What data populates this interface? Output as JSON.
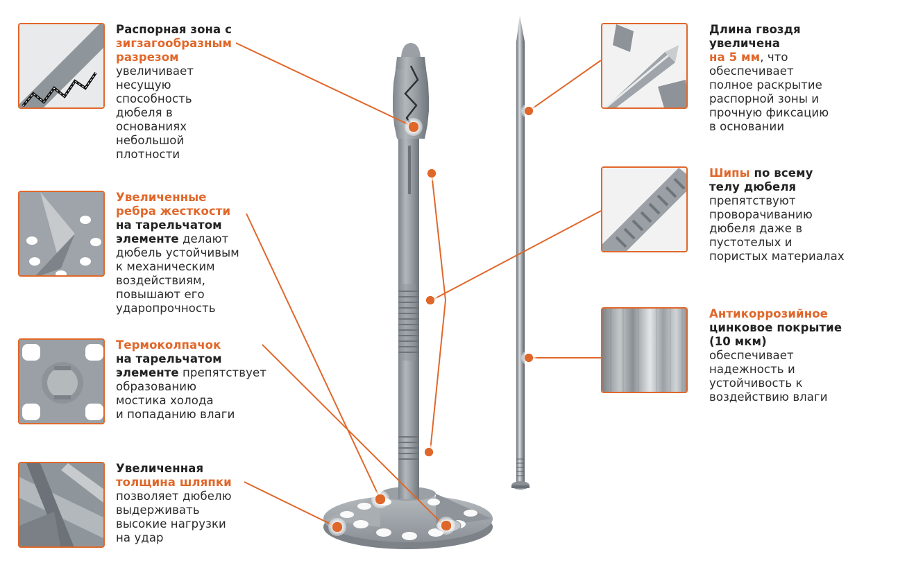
{
  "colors": {
    "accent": "#e0672a",
    "text": "#2b2b2b",
    "plastic": "#9aa0a5",
    "steel": "#a7adb3"
  },
  "callouts": {
    "zigzag": {
      "icon": "zigzag-zone-closeup",
      "l1": "Распорная зона с",
      "l2": "зигзагообразным",
      "l3": "разрезом",
      "l4": "увеличивает",
      "l5": "несущую",
      "l6": "способность",
      "l7": "дюбеля в",
      "l8": "основаниях",
      "l9": "небольшой",
      "l10": "плотности"
    },
    "ribs": {
      "icon": "stiffening-ribs-closeup",
      "l1": "Увеличенные",
      "l2": "ребра жесткости",
      "l3": "на тарельчатом",
      "l4a": "элементе",
      "l4b": " делают",
      "l5": "дюбель устойчивым",
      "l6": "к механическим",
      "l7": "воздействиям,",
      "l8": "повышают его",
      "l9": "ударопрочность"
    },
    "cap": {
      "icon": "thermo-cap-closeup",
      "l1": "Термоколпачок",
      "l2": "на тарельчатом",
      "l3a": "элементе",
      "l3b": " препятствует",
      "l4": "образованию",
      "l5": "мостика холода",
      "l6": "и попаданию влаги"
    },
    "head": {
      "icon": "head-thickness-closeup",
      "l1": "Увеличенная",
      "l2": "толщина шляпки",
      "l3": "позволяет дюбелю",
      "l4": "выдерживать",
      "l5": "высокие нагрузки",
      "l6": "на удар"
    },
    "nail": {
      "icon": "nail-tip-closeup",
      "l1": "Длина гвоздя",
      "l2": "увеличена",
      "l3a": "на 5 мм",
      "l3b": ", что",
      "l4": "обеспечивает",
      "l5": "полное раскрытие",
      "l6": "распорной зоны и",
      "l7": "прочную фиксацию",
      "l8": "в основании"
    },
    "spikes": {
      "icon": "spikes-closeup",
      "l1a": "Шипы",
      "l1b": " по всему",
      "l2": "телу дюбеля",
      "l3": "препятствуют",
      "l4": "проворачиванию",
      "l5": "дюбеля даже в",
      "l6": "пустотелых и",
      "l7": "пористых материалах"
    },
    "coating": {
      "icon": "zinc-coating-closeup",
      "l1": "Антикоррозийное",
      "l2": "цинковое покрытие",
      "l3": "(10 мкм)",
      "l4": "обеспечивает",
      "l5": "надежность и",
      "l6": "устойчивость к",
      "l7": "воздействию влаги"
    }
  }
}
